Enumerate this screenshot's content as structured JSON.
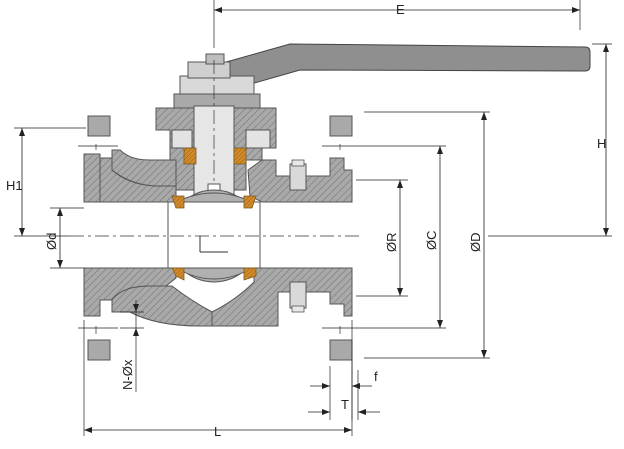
{
  "labels": {
    "E": "E",
    "H": "H",
    "H1": "H1",
    "d": "Ød",
    "R": "ØR",
    "C": "ØC",
    "D": "ØD",
    "Nx": "N-Øx",
    "f": "f",
    "T": "T",
    "L": "L"
  },
  "colors": {
    "body_fill": "#a9a9a9",
    "hatch_line": "#6f6f6f",
    "ball": "#b0b0b0",
    "seal": "#d28b2a",
    "stem": "#e6e6e6",
    "handle": "#8f8f8f"
  }
}
